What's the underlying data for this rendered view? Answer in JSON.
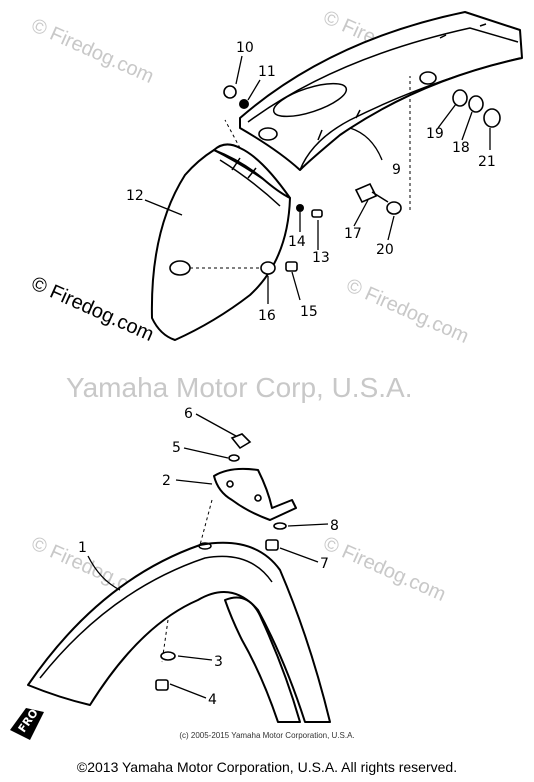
{
  "watermarks": {
    "firedog": "© Firedog.com",
    "center": "Yamaha Motor Corp, U.S.A."
  },
  "part_labels": [
    "1",
    "2",
    "3",
    "4",
    "5",
    "6",
    "7",
    "8",
    "9",
    "10",
    "11",
    "12",
    "13",
    "14",
    "15",
    "16",
    "17",
    "18",
    "19",
    "20",
    "21"
  ],
  "front_badge": "FRO",
  "copyright_small": "(c) 2005-2015 Yamaha Motor Corporation, U.S.A.",
  "copyright_main": "©2013 Yamaha Motor Corporation, U.S.A. All rights reserved."
}
